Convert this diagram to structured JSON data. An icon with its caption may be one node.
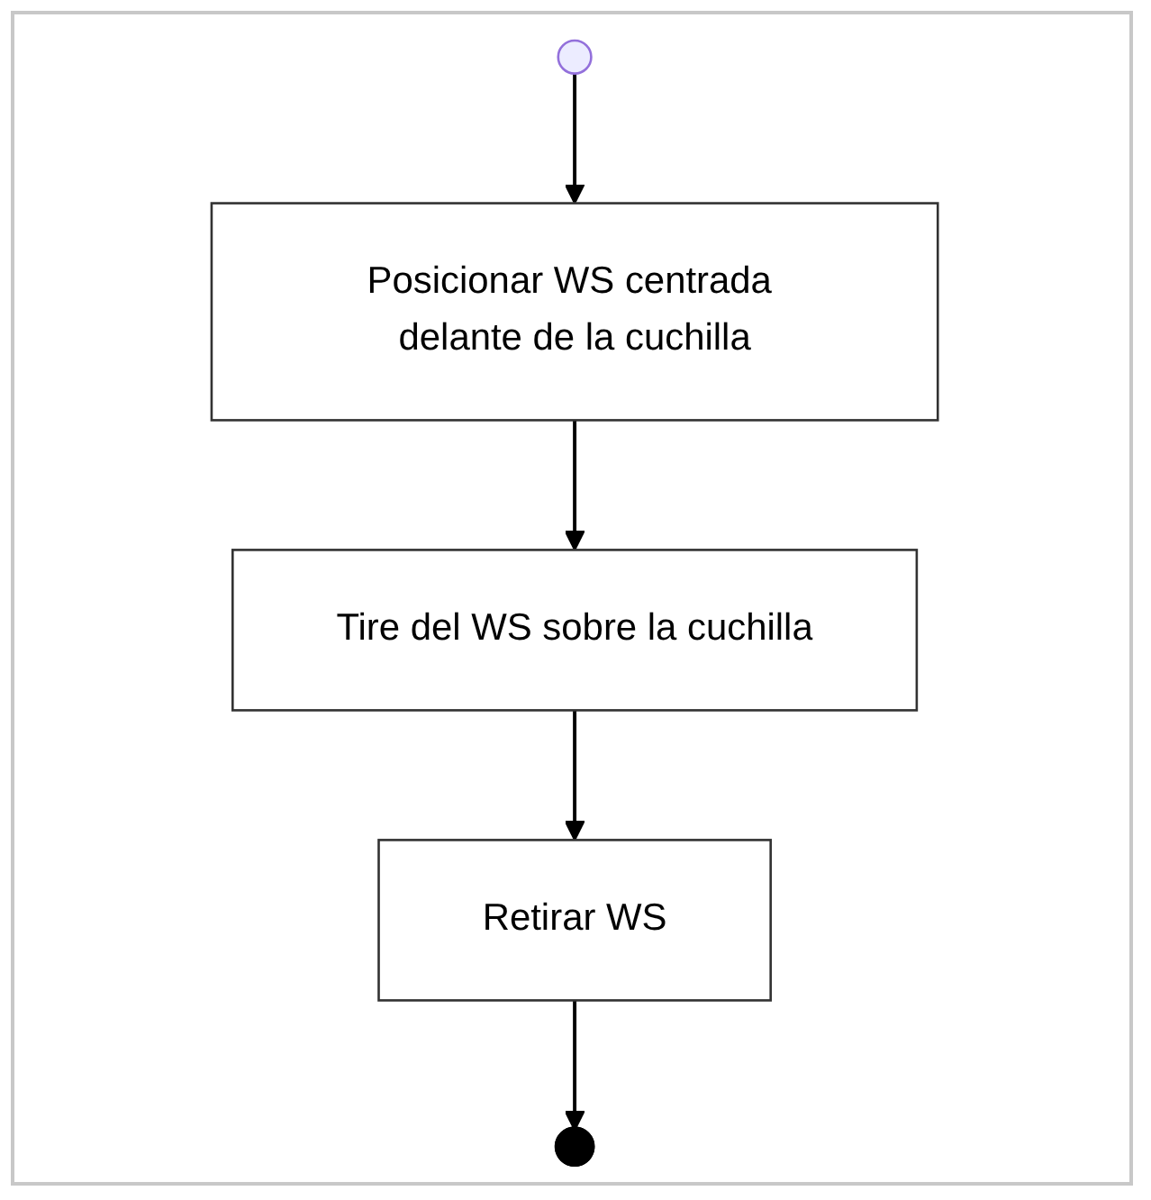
{
  "diagram": {
    "nodes": [
      {
        "text": [],
        "shape": "circle"
      },
      {
        "text": [
          "Posicionar WS centrada delante de la cuchilla"
        ]
      },
      {
        "text": [
          "Tire del WS sobre la cuchilla"
        ]
      },
      {
        "text": [
          "Retirar WS"
        ]
      },
      {
        "text": [],
        "shape": "circle"
      }
    ],
    "edges": [
      {
        "from": 0,
        "to": 1,
        "arrow": "to"
      },
      {
        "from": 1,
        "to": 2,
        "arrow": "to"
      },
      {
        "from": 2,
        "to": 3,
        "arrow": "to"
      },
      {
        "from": 3,
        "to": 4,
        "arrow": "to"
      }
    ]
  }
}
